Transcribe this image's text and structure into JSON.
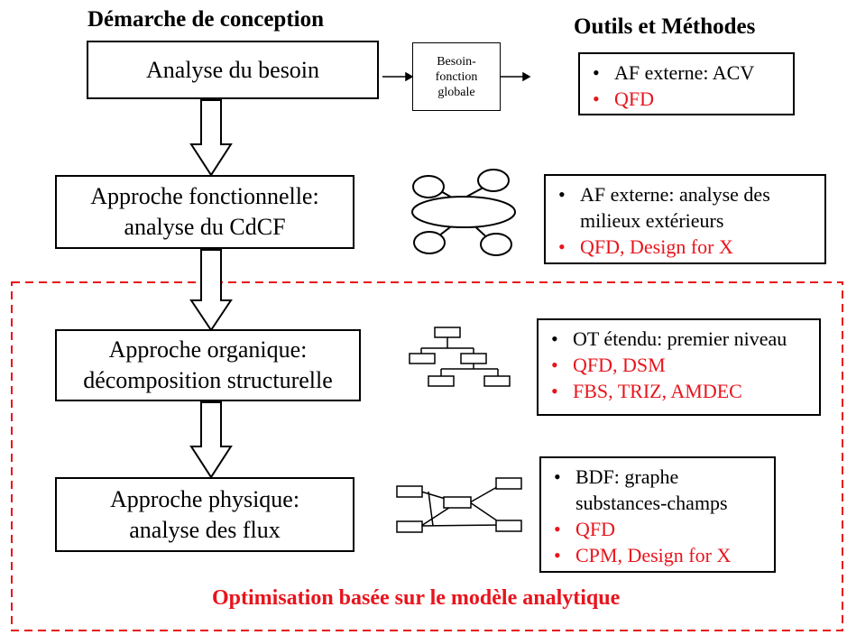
{
  "headings": {
    "left": "Démarche de conception",
    "right": "Outils et Méthodes"
  },
  "steps": [
    {
      "lines": [
        "Analyse du besoin"
      ]
    },
    {
      "lines": [
        "Approche fonctionnelle:",
        "analyse du CdCF"
      ]
    },
    {
      "lines": [
        "Approche organique:",
        "décomposition structurelle"
      ]
    },
    {
      "lines": [
        "Approche physique:",
        "analyse des flux"
      ]
    }
  ],
  "need_box": {
    "lines": [
      "Besoin-",
      "fonction",
      "globale"
    ]
  },
  "tools": [
    {
      "items": [
        {
          "text": "AF externe: ACV",
          "red": false
        },
        {
          "text": "QFD",
          "red": true
        }
      ]
    },
    {
      "items": [
        {
          "text": "AF externe: analyse des milieux extérieurs",
          "red": false
        },
        {
          "text": "QFD, Design for X",
          "red": true
        }
      ]
    },
    {
      "items": [
        {
          "text": "OT étendu: premier niveau",
          "red": false
        },
        {
          "text": "QFD, DSM",
          "red": true
        },
        {
          "text": "FBS, TRIZ, AMDEC",
          "red": true
        }
      ]
    },
    {
      "items": [
        {
          "text": "BDF: graphe substances-champs",
          "red": false
        },
        {
          "text": "QFD",
          "red": true
        },
        {
          "text": "CPM, Design for X",
          "red": true
        }
      ]
    }
  ],
  "optimization_label": "Optimisation basée sur le modèle analytique",
  "colors": {
    "accent_red": "#e8141c",
    "line": "#000000"
  },
  "icons": [
    "function-graph-icon",
    "tree-structure-icon",
    "flow-network-icon"
  ]
}
